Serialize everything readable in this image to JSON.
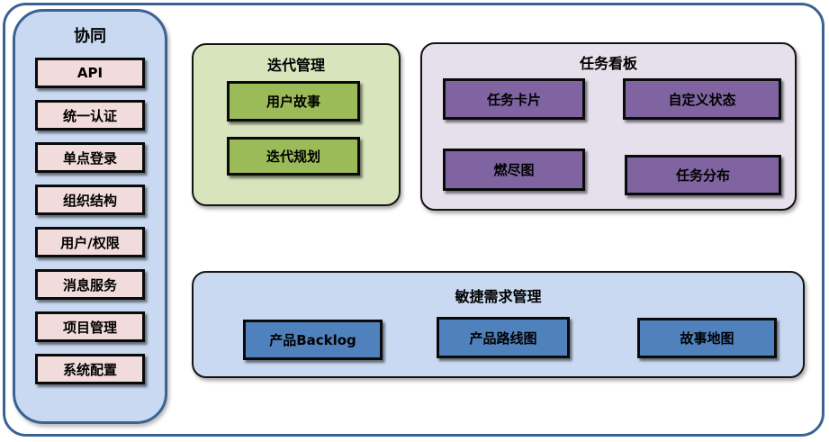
{
  "sidebar": {
    "title": "协同",
    "items": [
      "API",
      "统一认证",
      "单点登录",
      "组织结构",
      "用户/权限",
      "消息服务",
      "项目管理",
      "系统配置"
    ]
  },
  "panels": {
    "iteration": {
      "title": "迭代管理",
      "items": [
        "用户故事",
        "迭代规划"
      ]
    },
    "kanban": {
      "title": "任务看板",
      "items": [
        "任务卡片",
        "自定义状态",
        "燃尽图",
        "任务分布"
      ]
    },
    "agile": {
      "title": "敏捷需求管理",
      "items": [
        "产品Backlog",
        "产品路线图",
        "故事地图"
      ]
    }
  },
  "colors": {
    "frame_border": "#3A6394",
    "sidebar_bg": "#C9D9F1",
    "sidebar_item_bg": "#F2DCDB",
    "iteration_panel_bg": "#D7E4BC",
    "iteration_item_bg": "#9BBB59",
    "kanban_panel_bg": "#E6E0EC",
    "kanban_item_bg": "#8064A2",
    "agile_panel_bg": "#C9D9F1",
    "agile_item_bg": "#4F81BD",
    "block_border": "#0A0A0A",
    "text": "#000000"
  }
}
